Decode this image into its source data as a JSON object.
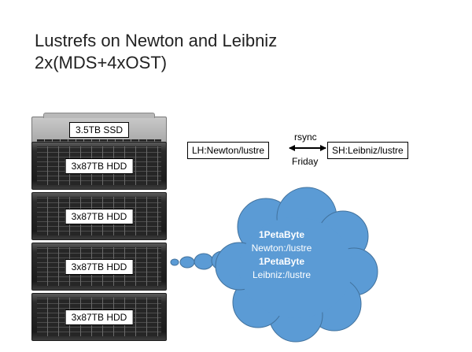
{
  "title": {
    "line1": "Lustrefs on Newton and Leibniz",
    "line2": "2x(MDS+4xOST)"
  },
  "rack": {
    "ssd_label": "3.5TB SSD",
    "hdd_labels": [
      "3x87TB HDD",
      "3x87TB HDD",
      "3x87TB HDD",
      "3x87TB HDD"
    ]
  },
  "sync": {
    "left": "LH:Newton/lustre",
    "right": "SH:Leibniz/lustre",
    "tool": "rsync",
    "schedule": "Friday"
  },
  "cloud": {
    "line1": "1PetaByte",
    "line2": "Newton:/lustre",
    "line3": "1PetaByte",
    "line4": "Leibniz:/lustre",
    "color": "#5b9bd5"
  }
}
